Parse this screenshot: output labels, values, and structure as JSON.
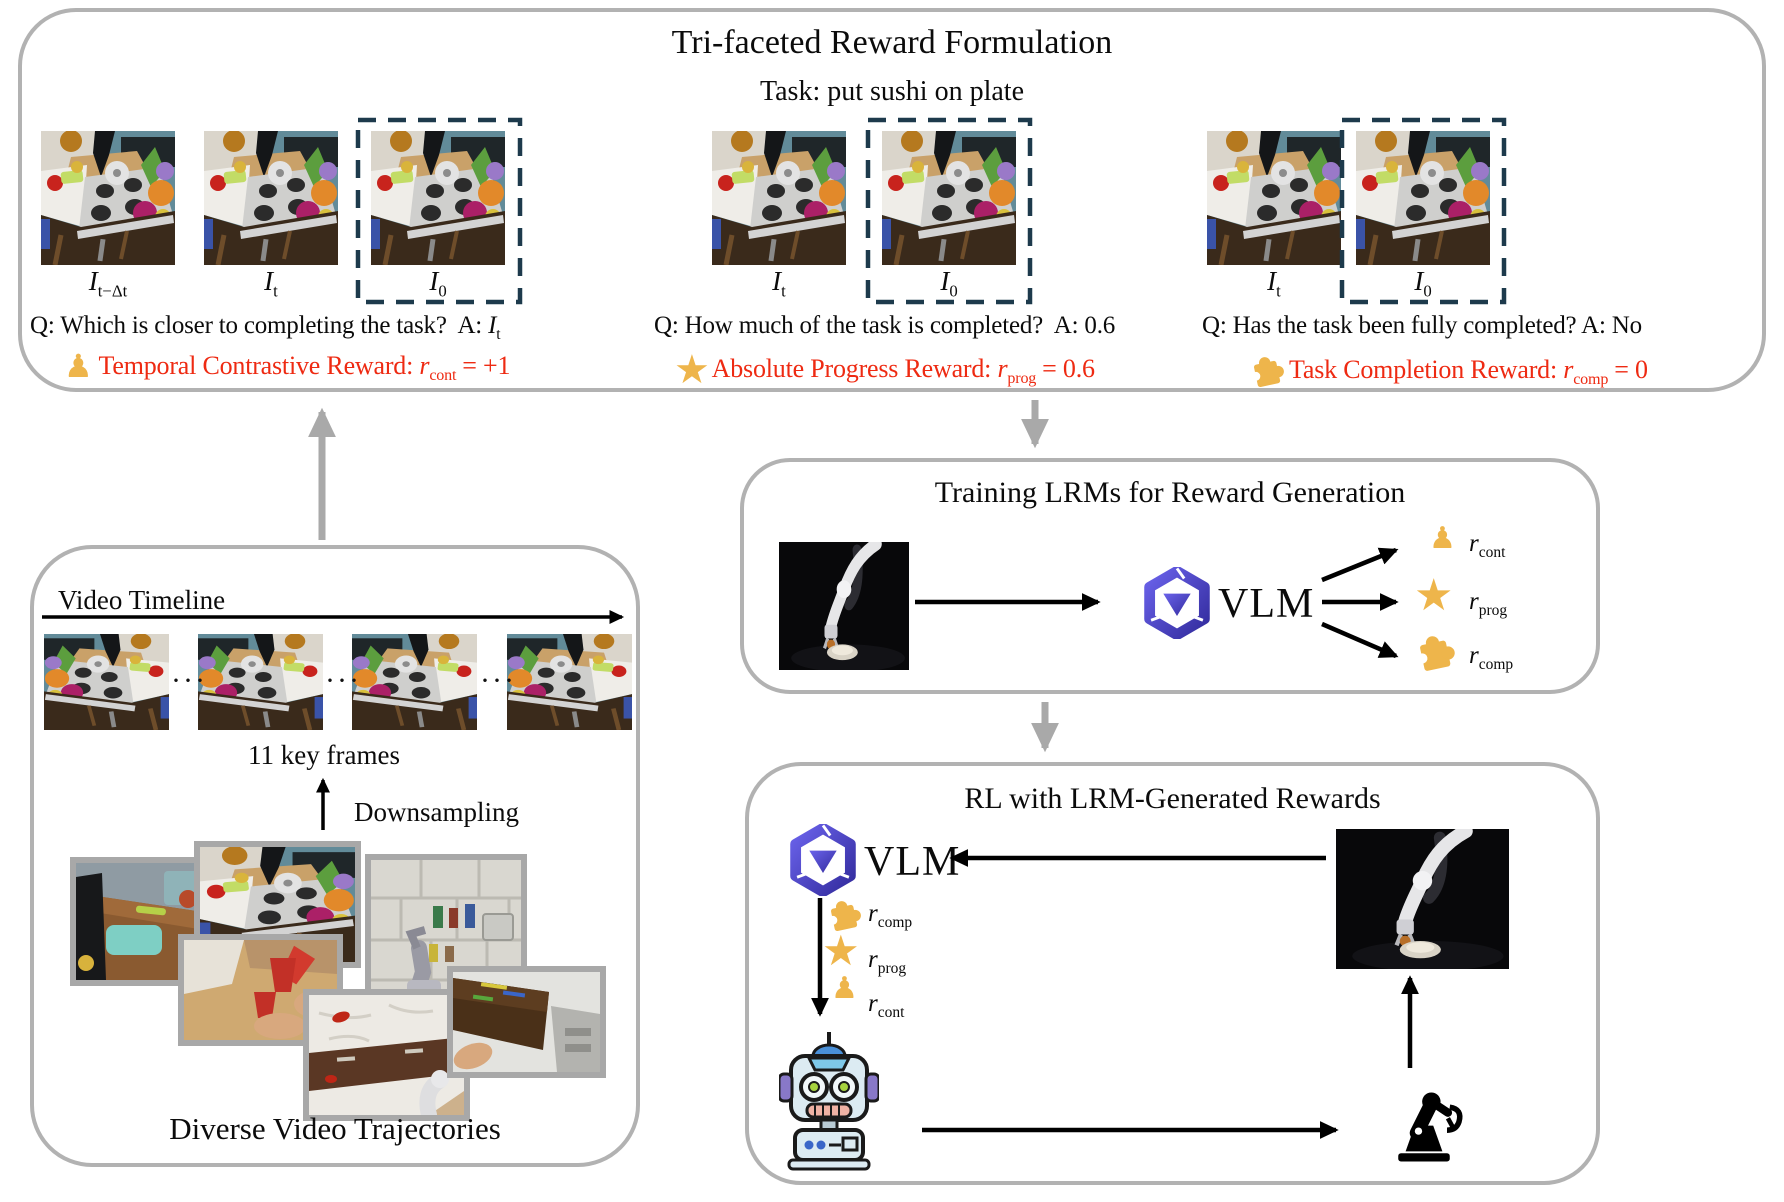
{
  "colors": {
    "accent_red": "#ee2a12",
    "gold": "#eeb54b",
    "panel_border": "#b2b2b2",
    "dashed_box": "#1d3a4c",
    "logo_blue": "#4d44d0",
    "connector_gray": "#a9a9a9"
  },
  "icons": {
    "pawn": "♟",
    "star": "★"
  },
  "top_panel": {
    "title": "Tri-faceted Reward Formulation",
    "task": "Task: put sushi on plate",
    "sections": [
      {
        "frames": [
          {
            "base": "I",
            "sub": "t−Δt"
          },
          {
            "base": "I",
            "sub": "t"
          },
          {
            "base": "I",
            "sub": "0"
          }
        ],
        "question": "Q: Which is closer to completing the task?  A:",
        "answer_base": "I",
        "answer_sub": "t",
        "reward_label": "Temporal Contrastive Reward:",
        "reward_base": "r",
        "reward_sub": "cont",
        "reward_value": "= +1"
      },
      {
        "frames": [
          {
            "base": "I",
            "sub": "t"
          },
          {
            "base": "I",
            "sub": "0"
          }
        ],
        "question": "Q: How much of the task is completed?  A: 0.6",
        "reward_label": "Absolute Progress Reward:",
        "reward_base": "r",
        "reward_sub": "prog",
        "reward_value": "= 0.6"
      },
      {
        "frames": [
          {
            "base": "I",
            "sub": "t"
          },
          {
            "base": "I",
            "sub": "0"
          }
        ],
        "question": "Q: Has the task been fully completed? A: No",
        "reward_label": "Task Completion Reward:",
        "reward_base": "r",
        "reward_sub": "comp",
        "reward_value": "= 0"
      }
    ]
  },
  "training_panel": {
    "title": "Training LRMs for Reward Generation",
    "model_label": "VLM",
    "outputs": [
      {
        "base": "r",
        "sub": "cont"
      },
      {
        "base": "r",
        "sub": "prog"
      },
      {
        "base": "r",
        "sub": "comp"
      }
    ]
  },
  "video_panel": {
    "timeline_label": "Video Timeline",
    "frame_separator": "···",
    "keyframes_label": "11 key frames",
    "downsample_label": "Downsampling",
    "caption": "Diverse Video Trajectories"
  },
  "rl_panel": {
    "title": "RL with LRM-Generated Rewards",
    "model_label": "VLM",
    "rewards": [
      {
        "base": "r",
        "sub": "comp"
      },
      {
        "base": "r",
        "sub": "prog"
      },
      {
        "base": "r",
        "sub": "cont"
      }
    ]
  }
}
